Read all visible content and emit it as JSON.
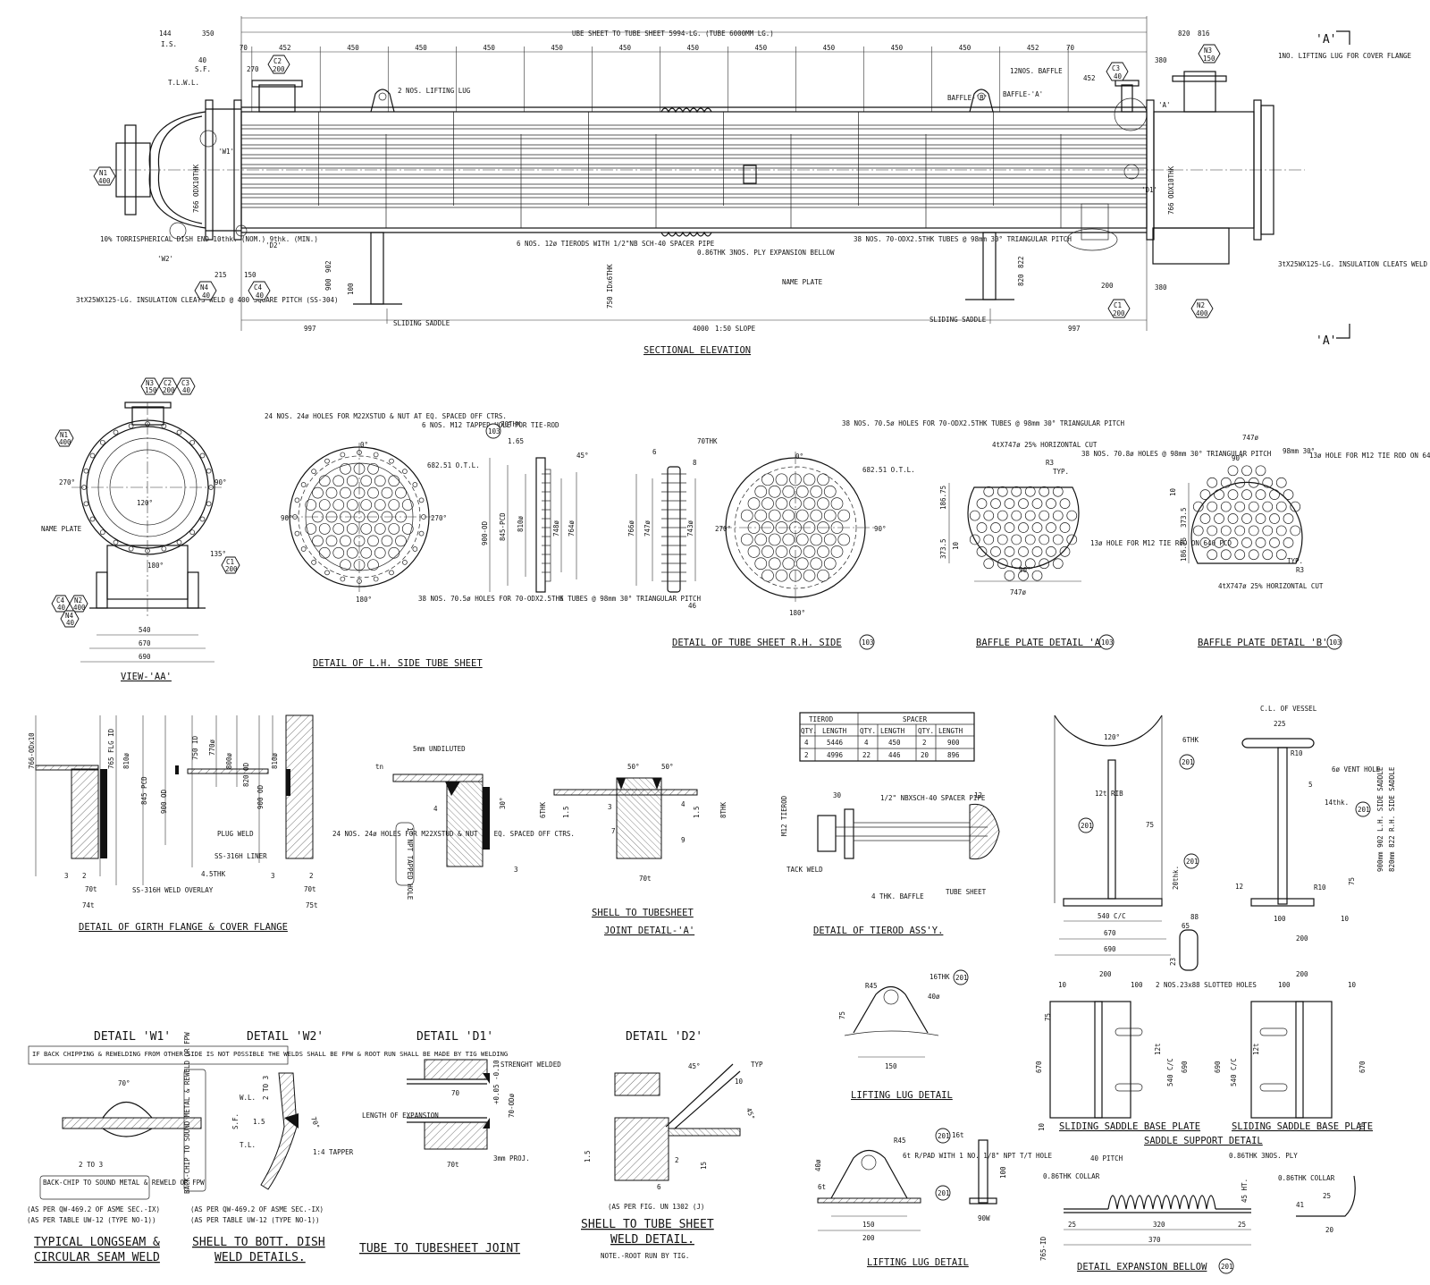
{
  "titles": {
    "sectional_elevation": "SECTIONAL ELEVATION",
    "view_aa": "VIEW-'AA'",
    "lh_tube_sheet": "DETAIL OF L.H. SIDE TUBE SHEET",
    "rh_tube_sheet": "DETAIL OF TUBE SHEET R.H. SIDE",
    "baffle_a": "BAFFLE PLATE DETAIL 'A'",
    "baffle_b": "BAFFLE PLATE DETAIL 'B'",
    "girth_flange": "DETAIL OF GIRTH FLANGE & COVER FLANGE",
    "shell_tubesheet_1": "SHELL TO TUBESHEET",
    "shell_tubesheet_2": "JOINT DETAIL-'A'",
    "tierod_assy": "DETAIL OF TIEROD ASS'Y.",
    "lifting_lug_1": "LIFTING LUG DETAIL",
    "lifting_lug_2": "LIFTING LUG DETAIL",
    "saddle_support": "SADDLE SUPPORT DETAIL",
    "sliding_base_1": "SLIDING SADDLE BASE PLATE",
    "sliding_base_2": "SLIDING SADDLE BASE PLATE",
    "expansion_bellow": "DETAIL EXPANSION BELLOW",
    "detail_w1": "DETAIL 'W1'",
    "detail_w2": "DETAIL 'W2'",
    "detail_d1": "DETAIL 'D1'",
    "detail_d2": "DETAIL 'D2'",
    "longseam_1": "TYPICAL LONGSEAM &",
    "longseam_2": "CIRCULAR SEAM WELD",
    "bott_dish_1": "SHELL TO BOTT. DISH",
    "bott_dish_2": "WELD DETAILS.",
    "tube_joint": "TUBE TO TUBESHEET JOINT",
    "d2_weld_1": "SHELL TO TUBE SHEET",
    "d2_weld_2": "WELD DETAIL.",
    "d2_note": "NOTE.-ROOT RUN BY TIG.",
    "d2_fig": "(AS PER FIG. UN 1302 (J)"
  },
  "elevation": {
    "overall": "UBE SHEET TO TUBE SHEET 5994-LG. (TUBE 6000MM LG.)",
    "pitches": [
      "70",
      "452",
      "450",
      "450",
      "450",
      "450",
      "450",
      "450",
      "450",
      "450",
      "450",
      "450",
      "452",
      "70"
    ],
    "left_dims": [
      "144",
      "I.S.",
      "350",
      "40",
      "S.F.",
      "T.L.",
      "W.L."
    ],
    "right_dims": [
      "820",
      "816"
    ],
    "bottom": [
      "997",
      "4000",
      "997",
      "215",
      "150"
    ],
    "slope": "1:50 SLOPE",
    "saddle_l": "SLIDING SADDLE",
    "saddle_r": "SLIDING SADDLE",
    "lifting_lug": "2 NOS. LIFTING LUG",
    "baffles": "12NOS. BAFFLE",
    "baffle_b": "BAFFLE-'B'",
    "baffle_a": "BAFFLE-'A'",
    "tierods": "6 NOS. 12ø TIERODS WITH 1/2\"NB SCH-40 SPACER PIPE",
    "bellow": "0.86THK 3NOS. PLY EXPANSION BELLOW",
    "name_plate": "NAME PLATE",
    "tubes": "38 NOS. 70-ODX2.5THK TUBES @ 98mm 30° TRIANGULAR PITCH",
    "dish": "10% TORRISPHERICAL DISH END 10thk. (NOM.) 9thk. (MIN.)",
    "insul_l": "3tX25WX125-LG. INSULATION CLEATS WELD @ 400 SQUARE PITCH (SS-304)",
    "insul_r": "3tX25WX125-LG. INSULATION CLEATS WELD @ 400 SQUARE PITCH (SS-304)",
    "lug_cover": "1NO. LIFTING LUG FOR COVER FLANGE",
    "shell_od": "766 ODX10THK",
    "shell_od2": "766 ODX10THK",
    "shell_id": "750 IDx6THK",
    "saddle_h_l": "900",
    "saddle_h_l2": "902",
    "saddle_h_r": "820",
    "saddle_h_r2": "822",
    "d100": "100",
    "d270": "270",
    "d452": "452",
    "d380a": "380",
    "d380b": "380",
    "d200": "200",
    "w1": "'W1'",
    "w2": "'W2'",
    "d1": "'D1'",
    "d2": "'D2'",
    "a_mark": "'A'",
    "section_a": "'A'",
    "section_a2": "'A'"
  },
  "nozzles": [
    {
      "id": "N1",
      "size": "400"
    },
    {
      "id": "N2",
      "size": "400"
    },
    {
      "id": "N3",
      "size": "150"
    },
    {
      "id": "N4",
      "size": "40"
    },
    {
      "id": "C1",
      "size": "200"
    },
    {
      "id": "C2",
      "size": "200"
    },
    {
      "id": "C3",
      "size": "40"
    },
    {
      "id": "C4",
      "size": "40"
    }
  ],
  "view_aa": {
    "d540": "540",
    "d670": "670",
    "d690": "690",
    "a0": "120°",
    "a90": "90°",
    "a270": "270°",
    "a180": "180°",
    "a135": "135°",
    "name_plate": "NAME PLATE"
  },
  "lh_sheet": {
    "holes": "24 NOS. 24ø HOLES FOR M22XSTUD & NUT AT EQ. SPACED OFF CTRS.",
    "tapped": "6 NOS. M12 TAPPED HOLE FOR TIE-ROD",
    "otl": "682.51 O.T.L.",
    "tubeholes": "38 NOS. 70.5ø HOLES FOR 70-ODX2.5THK TUBES @ 98mm 30° TRIANGULAR PITCH",
    "a0": "0°",
    "a90": "90°",
    "a180": "180°",
    "a270": "270°"
  },
  "lh_side": {
    "thk": "70THK",
    "d165": "1.65",
    "d45": "45°",
    "d900": "900-OD",
    "d845": "845-PCD",
    "d810": "810ø",
    "d748": "748ø",
    "d764": "764ø",
    "d6": "6"
  },
  "rh_side": {
    "thk": "70THK",
    "d6": "6",
    "d8": "8",
    "d766": "766ø",
    "d747": "747ø",
    "d743": "743ø",
    "d46": "46"
  },
  "rh_sheet": {
    "holes": "38 NOS. 70.5ø HOLES FOR 70-ODX2.5THK TUBES @ 98mm 30° TRIANGULAR PITCH",
    "otl": "682.51 O.T.L.",
    "a0": "0°",
    "a90": "90°",
    "a180": "180°",
    "a270": "270°"
  },
  "baffle_a_d": {
    "cut": "4tX747ø 25% HORIZONTAL CUT",
    "holes": "38 NOS. 70.8ø HOLES @ 98mm 30° TRIANGULAR PITCH",
    "tie": "13ø HOLE FOR M12 TIE ROD ON 640 PCD",
    "d747": "747ø",
    "d186": "186.75",
    "d373": "373.5",
    "d10": "10",
    "d90": "90°",
    "r3": "R3",
    "typ": "TYP."
  },
  "baffle_b_d": {
    "cut": "4tX747ø 25% HORIZONTAL CUT",
    "tie": "13ø HOLE FOR M12 TIE ROD ON 640 PCD",
    "d747": "747ø",
    "d186": "186.75",
    "d373": "373.5",
    "d10": "10",
    "d90": "90°",
    "d30": "98mm 30°",
    "r3": "R3",
    "typ": "TYP."
  },
  "girth": {
    "d766": "766-ODx10",
    "d765": "765 FLG ID",
    "d810": "810ø",
    "d845": "845 PCD",
    "d900": "900 OD",
    "d750": "750 ID",
    "d770": "770ø",
    "d800": "800ø",
    "d820": "820 OD",
    "d900b": "900 OD",
    "d810b": "810ø",
    "plug": "PLUG WELD",
    "ss": "SS-316H LINER",
    "holes": "24 NOS. 24ø HOLES FOR M22XSTUD & NUT AT EQ. SPACED OFF CTRS.",
    "overlay": "SS-316H WELD OVERLAY",
    "t74": "74t",
    "t75": "75t",
    "t70a": "70t",
    "t70b": "70t",
    "t45": "4.5THK",
    "d2a": "2",
    "d2b": "2",
    "d3a": "3",
    "d3b": "3"
  },
  "flange_w": {
    "undiluted": "5mm UNDILUTED",
    "tapped": "1\" NPT TAPPED HOLE",
    "tn": "tn",
    "d30": "30°",
    "d3": "3",
    "d4": "4"
  },
  "jointa": {
    "a50a": "50°",
    "a50b": "50°",
    "t6": "6THK",
    "t8": "8THK",
    "d15a": "1.5",
    "d15b": "1.5",
    "d3": "3",
    "d4": "4",
    "d7": "7",
    "d9": "9",
    "t70": "70t"
  },
  "tierod_table": {
    "h_tierod": "TIEROD",
    "h_spacer": "SPACER",
    "h_qty": "QTY.",
    "h_len": "LENGTH",
    "r1": [
      "4",
      "5446",
      "4",
      "450",
      "2",
      "900"
    ],
    "r2": [
      "2",
      "4996",
      "22",
      "446",
      "20",
      "896"
    ]
  },
  "tierod": {
    "d30": "30",
    "d12": "12",
    "spacer": "1/2\" NBXSCH-40 SPACER PIPE",
    "m12": "M12 TIEROD",
    "tack": "TACK WELD",
    "baffle": "4 THK. BAFFLE",
    "sheet": "TUBE SHEET"
  },
  "saddle": {
    "cl": "C.L. OF VESSEL",
    "d225": "225",
    "t6": "6THK",
    "a120": "120°",
    "rib": "12t RIB",
    "d75": "75",
    "d540": "540 C/C",
    "d670": "670",
    "d690": "690",
    "d20": "20thk.",
    "d12": "12",
    "d100": "100",
    "d10": "10",
    "d200": "200",
    "vent": "6ø VENT HOLE",
    "t14": "14thk.",
    "d900": "900mm 902 L.H. SIDE SADDLE",
    "d820": "820mm 822 R.H. SIDE SADDLE",
    "d88": "88",
    "d65": "65",
    "d23": "23",
    "r10": "R10",
    "r10b": "R10",
    "d5": "5",
    "d75b": "75"
  },
  "base_plates": {
    "d200a": "200",
    "d100a": "100",
    "d10a": "10",
    "d200b": "200",
    "d100b": "100",
    "d10b": "10",
    "slot": "2 NOS.23x88 SLOTTED HOLES",
    "d670": "670",
    "d540": "540 C/C",
    "d690": "690",
    "d75": "75",
    "d12": "12t",
    "d540b": "540 C/C",
    "d690b": "690",
    "d670b": "670",
    "d12b": "12t",
    "d10c": "10",
    "d10d": "10"
  },
  "lug1": {
    "r45": "R45",
    "t16": "16THK",
    "d40": "40ø",
    "d75": "75",
    "d150": "150"
  },
  "lug2": {
    "d40": "40ø",
    "r45": "R45",
    "rpad": "6t R/PAD WITH 1 NO. 1/8\" NPT T/T HOLE",
    "t16": "16t",
    "d6": "6t",
    "d150": "150",
    "d200": "200",
    "d100": "100",
    "t90": "90W"
  },
  "bellow": {
    "collar1": "0.86THK COLLAR",
    "pitch": "40 PITCH",
    "ply": "0.86THK 3NOS. PLY",
    "collar2": "0.86THK COLLAR",
    "d25a": "25",
    "d320": "320",
    "d25b": "25",
    "d370": "370",
    "d765": "765-ID",
    "d45": "45 HT.",
    "d25c": "25",
    "d20": "20",
    "d41": "41"
  },
  "w1": {
    "note": "IF BACK CHIPPING & REWELDING FROM OTHER SIDE IS NOT POSSIBLE THE WELDS SHALL BE FPW & ROOT RUN SHALL BE MADE BY TIG WELDING",
    "a70": "70°",
    "d2to3": "2 TO 3",
    "back": "BACK-CHIP TO SOUND METAL & REWELD OR FPW",
    "asme": "(AS PER QW-469.2 OF ASME SEC.-IX)",
    "table": "(AS PER TABLE UW-12 (TYPE NO-1))"
  },
  "w2": {
    "back": "BACK-CHIP TO SOUND METAL & REWELD OR FPW",
    "wl": "W.L.",
    "d2to3": "2 TO 3",
    "d15": "1.5",
    "sf": "S.F.",
    "tl": "T.L.",
    "a70": "70°",
    "tapper": "1:4 TAPPER",
    "asme": "(AS PER QW-469.2 OF ASME SEC.-IX)",
    "table": "(AS PER TABLE UW-12 (TYPE NO-1))"
  },
  "d1": {
    "strength": "STRENGHT WELDED",
    "tol": "+0.05 -0.10",
    "d70": "70",
    "d70od": "70-ODø",
    "len": "LENGTH OF EXPANSION",
    "t70": "70t",
    "proj": "3mm PROJ."
  },
  "d2": {
    "a45": "45°",
    "typ": "TYP",
    "d10": "10",
    "a45b": "45°",
    "d15": "1.5",
    "d2": "2",
    "d15b": "15",
    "d6": "6"
  },
  "tags": {
    "t103": "103",
    "t2": "2",
    "t6": "6",
    "t201": "201"
  }
}
